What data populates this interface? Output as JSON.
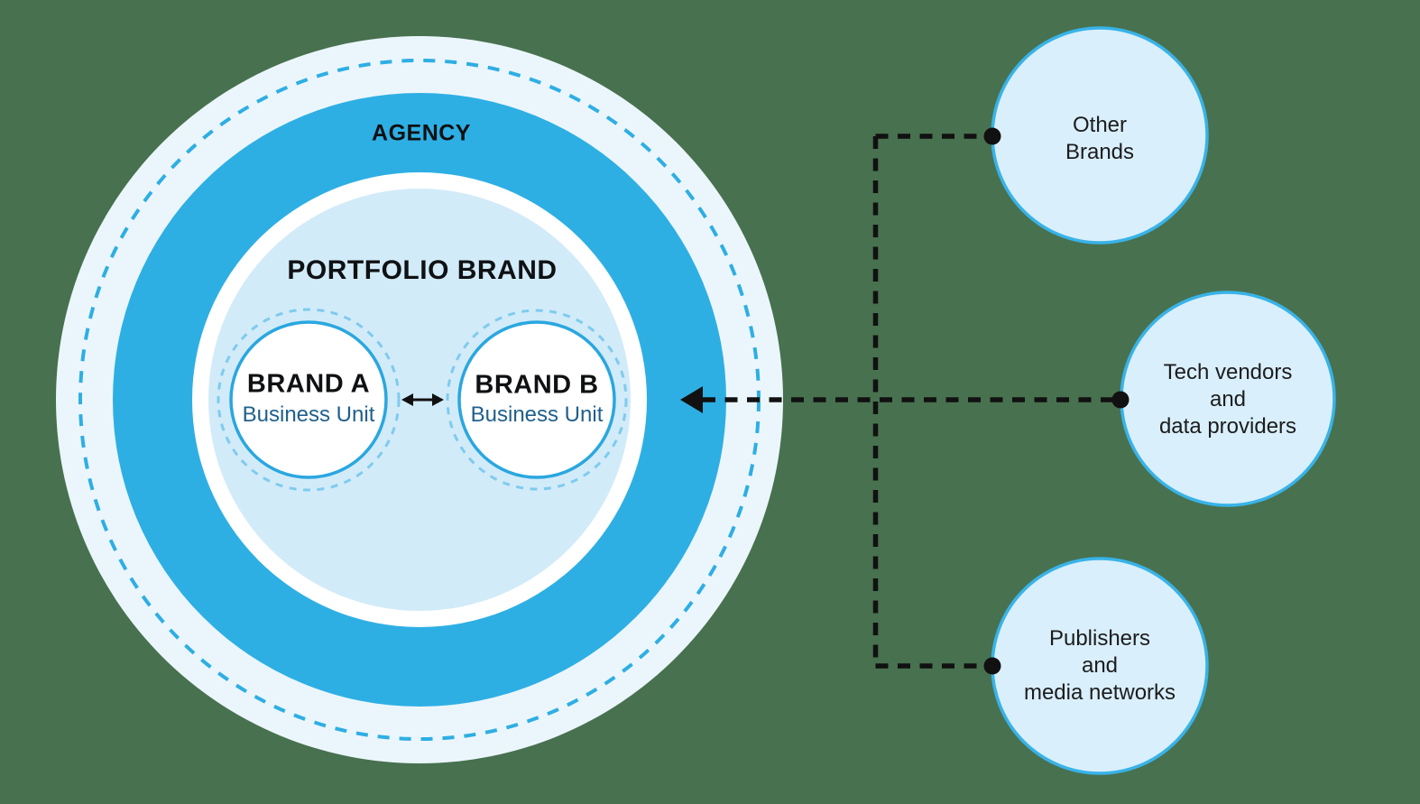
{
  "diagram": {
    "agency_label": "AGENCY",
    "portfolio_label": "PORTFOLIO BRAND",
    "brands": [
      {
        "name": "BRAND A",
        "subtitle": "Business Unit"
      },
      {
        "name": "BRAND B",
        "subtitle": "Business Unit"
      }
    ]
  },
  "external_nodes": [
    {
      "label": "Other\nBrands"
    },
    {
      "label": "Tech vendors\nand\ndata providers"
    },
    {
      "label": "Publishers\nand\nmedia networks"
    }
  ],
  "icons": {
    "brand_exchange": "double-arrow-icon",
    "inbound_flow": "left-arrowhead-icon",
    "connection_points": "black-dot-icon"
  },
  "colors": {
    "background_green": "#48714F",
    "agency_ring_blue": "#2EAFE4",
    "pale_halo": "#EBF6FC",
    "portfolio_fill": "#D2EBF9",
    "dashed_ring_blue": "#2EAEE3",
    "brand_border_blue": "#2AA7DF",
    "brand_dashed_blue": "#7FCBEE",
    "node_fill": "#D9EFFB",
    "node_border": "#38B3E8",
    "connector_black": "#111111",
    "heading_text": "#0F1113",
    "business_unit_text": "#20608C"
  }
}
